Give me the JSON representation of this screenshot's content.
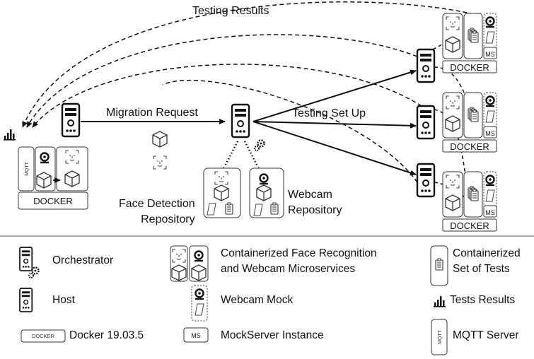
{
  "diagram": {
    "labels": {
      "testing_results": "Testing Results",
      "migration_request": "Migration Request",
      "testing_set_up": "Testing Set Up",
      "face_detection_repo": "Face Detection\nRepository",
      "webcam_repo": "Webcam\nRepository"
    },
    "badges": {
      "docker": "DOCKER",
      "ms": "MS",
      "mqtt": "MQTT"
    }
  },
  "legend": {
    "orchestrator": "Orchestrator",
    "host": "Host",
    "docker": "Docker 19.03.5",
    "docker_badge": "DOCKER",
    "containerized_face_webcam": "Containerized Face Recognition\nand Webcam Microservices",
    "webcam_mock": "Webcam Mock",
    "mockserver": "MockServer Instance",
    "ms_badge": "MS",
    "containerized_tests": "Containerized\nSet of Tests",
    "tests_results": "Tests Results",
    "mqtt_server": "MQTT Server",
    "mqtt_badge": "MQTT"
  }
}
